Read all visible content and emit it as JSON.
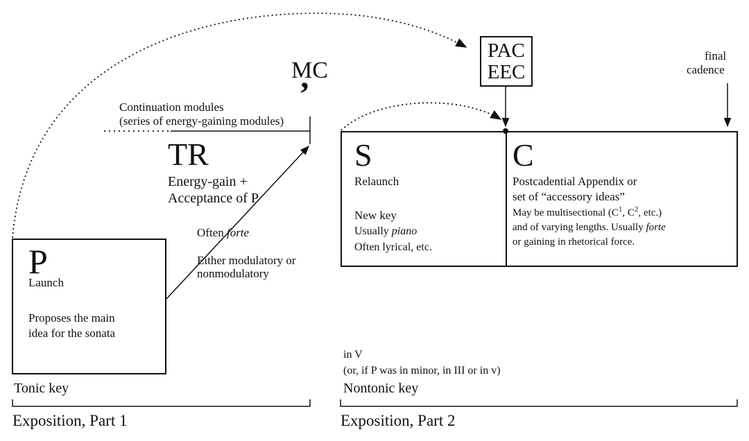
{
  "top_markers": {
    "mc": "MC",
    "mc_comma": "’",
    "pac": "PAC",
    "eec": "EEC",
    "final_cadence_line1": "final",
    "final_cadence_line2": "cadence"
  },
  "tr": {
    "continuation_line1": "Continuation modules",
    "continuation_line2": "(series of energy-gaining modules)",
    "letter": "TR",
    "line1": "Energy-gain +",
    "line2": "Acceptance of P",
    "often_prefix": "Often ",
    "often_dynamic": "forte",
    "modulatory_line1": "Either modulatory or",
    "modulatory_line2": "nonmodulatory"
  },
  "p": {
    "letter": "P",
    "sub": "Launch",
    "desc_line1": "Proposes the main",
    "desc_line2": "idea for the sonata"
  },
  "s": {
    "letter": "S",
    "sub": "Relaunch",
    "key": "New key",
    "usually_prefix": "Usually ",
    "usually_dynamic": "piano",
    "lyrical": "Often lyrical, etc."
  },
  "c": {
    "letter": "C",
    "line1": "Postcadential Appendix or",
    "line2": "set of “accessory ideas”",
    "ms_prefix": "May be multisectional (C",
    "sup1": "1",
    "ms_mid": ", C",
    "sup2": "2",
    "ms_suffix": ", etc.)",
    "len_prefix": "and of varying lengths. Usually ",
    "len_dynamic": "forte",
    "force": "or gaining in rhetorical force."
  },
  "keys": {
    "in_v": "in V",
    "minor_note": "(or, if P was in minor, in III or in v)",
    "tonic": "Tonic key",
    "nontonic": "Nontonic key"
  },
  "parts": {
    "part1": "Exposition, Part 1",
    "part2": "Exposition, Part 2"
  }
}
